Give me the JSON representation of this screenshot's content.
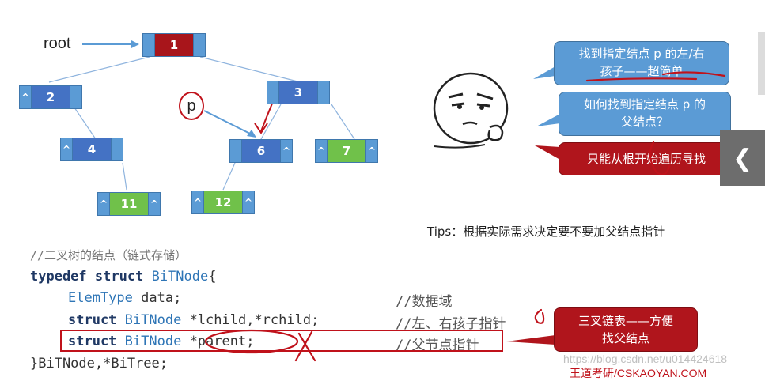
{
  "tree": {
    "root_label": "root",
    "pointer_label": "p",
    "null_mark": "^",
    "nodes": {
      "n1": "1",
      "n2": "2",
      "n3": "3",
      "n4": "4",
      "n6": "6",
      "n7": "7",
      "n11": "11",
      "n12": "12"
    },
    "colors": {
      "root": "#a8151b",
      "internal": "#4472c4",
      "leaf": "#70c14a",
      "pointer_field": "#5b9bd5"
    }
  },
  "bubbles": {
    "find_children": [
      "找到指定结点 p 的左/右",
      "孩子——超简单"
    ],
    "find_parent": [
      "如何找到指定结点 p 的",
      "父结点？"
    ],
    "traverse": "只能从根开始遍历寻找",
    "trinary": [
      "三叉链表——方便",
      "找父结点"
    ]
  },
  "tips": "Tips：根据实际需求决定要不要加父结点指针",
  "code": {
    "comment_title": "//二叉树的结点（链式存储）",
    "kw_typedef": "typedef",
    "kw_struct": "struct",
    "type_name": "BiTNode",
    "brace_open": "{",
    "elem_type": "ElemType",
    "data_field": " data;",
    "child_fields": " *lchild,*rchild;",
    "parent_field": " *parent;",
    "closing": "}BiTNode,*BiTree;",
    "comment_data": "//数据域",
    "comment_children": "//左、右孩子指针",
    "comment_parent": "//父节点指针"
  },
  "watermark": "https://blog.csdn.net/u014424618",
  "watermark_brand": "王道考研/CSKAOYAN.COM",
  "sidebar": {
    "collapse_icon": "chevron-left-icon",
    "glyph": "❮"
  }
}
